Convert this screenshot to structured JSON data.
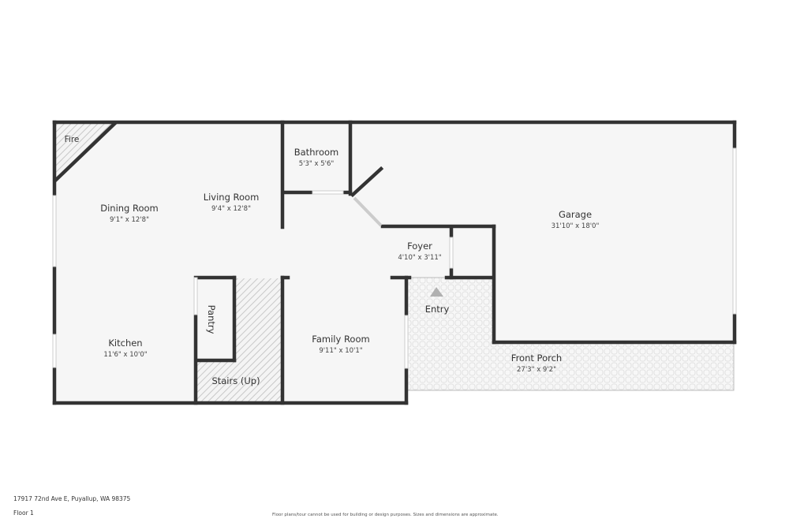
{
  "rooms": {
    "fire": {
      "name": "Fire"
    },
    "dining": {
      "name": "Dining Room",
      "size": "9'1\" x 12'8\""
    },
    "living": {
      "name": "Living Room",
      "size": "9'4\" x 12'8\""
    },
    "bathroom": {
      "name": "Bathroom",
      "size": "5'3\" x 5'6\""
    },
    "garage": {
      "name": "Garage",
      "size": "31'10\" x 18'0\""
    },
    "foyer": {
      "name": "Foyer",
      "size": "4'10\" x 3'11\""
    },
    "entry": {
      "name": "Entry"
    },
    "kitchen": {
      "name": "Kitchen",
      "size": "11'6\" x 10'0\""
    },
    "pantry": {
      "name": "Pantry"
    },
    "stairs": {
      "name": "Stairs (Up)"
    },
    "family": {
      "name": "Family Room",
      "size": "9'11\" x 10'1\""
    },
    "porch": {
      "name": "Front Porch",
      "size": "27'3\" x 9'2\""
    }
  },
  "footer": {
    "address": "17917 72nd Ave E, Puyallup, WA 98375",
    "floor": "Floor 1",
    "disclaimer": "Floor plans/tour cannot be used for building or design purposes. Sizes and dimensions are approximate."
  },
  "colors": {
    "wall": "#333333",
    "floor": "#f6f6f6",
    "window": "#ffffff",
    "entry_arrow": "#b0b0b0"
  }
}
